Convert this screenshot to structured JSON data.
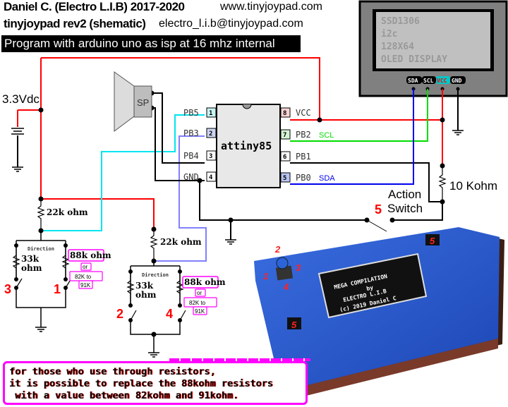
{
  "header": {
    "author_line": "Daniel C. (Electro L.I.B) 2017-2020",
    "website": "www.tinyjoypad.com",
    "title_line": "tinyjoypad rev2 (shematic)",
    "email": "electro_l.i.b@tinyjoypad.com",
    "program_banner": "Program with arduino uno as isp at 16 mhz internal"
  },
  "power": {
    "label": "3.3Vdc"
  },
  "speaker": {
    "label": "SP"
  },
  "oled": {
    "lines": [
      "SSD1306",
      "i2c",
      "128X64",
      "OLED DISPLAY"
    ],
    "pins": [
      "SDA",
      "SCL",
      "VCC",
      "GND"
    ]
  },
  "chip": {
    "name": "attiny85",
    "left_pins": [
      {
        "num": "1",
        "label": "PB5"
      },
      {
        "num": "2",
        "label": "PB3"
      },
      {
        "num": "3",
        "label": "PB4"
      },
      {
        "num": "4",
        "label": "GND"
      }
    ],
    "right_pins": [
      {
        "num": "8",
        "label": "VCC",
        "signal": ""
      },
      {
        "num": "7",
        "label": "PB2",
        "signal": "SCL"
      },
      {
        "num": "6",
        "label": "PB1",
        "signal": ""
      },
      {
        "num": "5",
        "label": "PB0",
        "signal": "SDA"
      }
    ]
  },
  "resistors": {
    "pullup_left": "22k ohm",
    "pullup_right": "22k ohm",
    "action_pullup": "10 Kohm",
    "dir_33k_line1": "33k",
    "dir_33k_line2": "ohm",
    "dir_88k": "88k ohm",
    "or": "or",
    "range_line1": "82K to",
    "range_line2": "91K"
  },
  "direction_label": "Direction",
  "switches": {
    "left_group": [
      "3",
      "1"
    ],
    "right_group": [
      "2",
      "4"
    ],
    "action_num": "5",
    "action_line1": "Action",
    "action_line2": "Switch"
  },
  "device": {
    "screen_lines": [
      "MEGA COMPILATION",
      "by",
      "ELECTRO L.I.B",
      "(c) 2019 Daniel C"
    ],
    "joystick_labels": [
      "2",
      "3",
      "1",
      "4"
    ],
    "button_label": "5"
  },
  "note": {
    "lines": [
      "for those who use through resistors,",
      "it is possible to replace the 88kohm resistors",
      " with a value between 82kohm and 91kohm."
    ]
  },
  "colors": {
    "vcc": "#ff0000",
    "scl": "#00dd00",
    "sda": "#0000ee",
    "pb5": "#00e5ee",
    "pb3": "#8080ff",
    "note_border": "#ff00ff",
    "device_blue": "#2255cc",
    "switch_num": "#ff0000"
  }
}
